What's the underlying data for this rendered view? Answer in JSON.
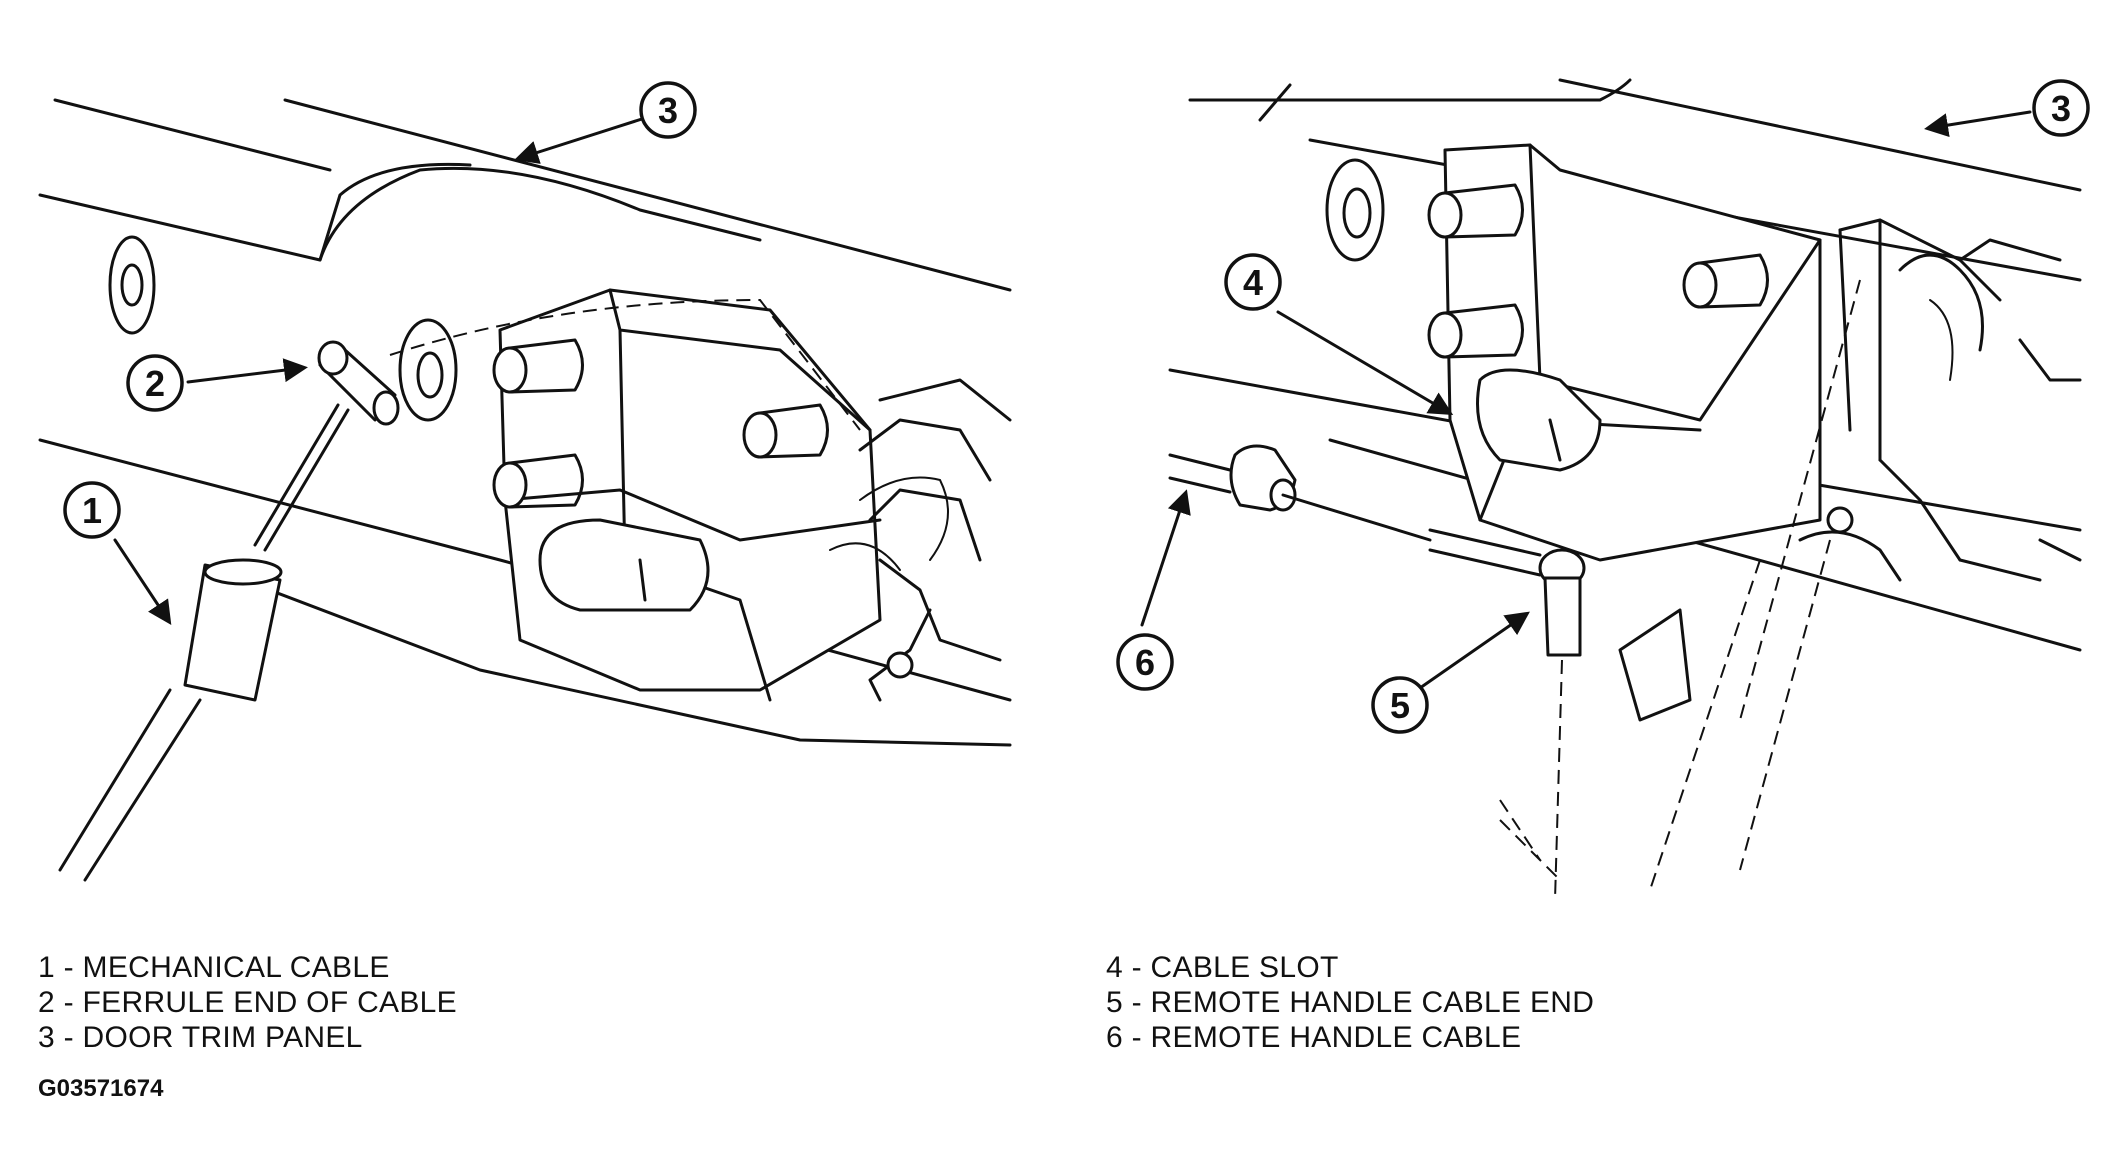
{
  "callouts": {
    "c1": "1",
    "c2": "2",
    "c3_left": "3",
    "c3_right": "3",
    "c4": "4",
    "c5": "5",
    "c6": "6"
  },
  "legend_left": [
    "1 - MECHANICAL CABLE",
    "2 - FERRULE END OF CABLE",
    "3 - DOOR TRIM PANEL"
  ],
  "legend_right": [
    "4 - CABLE SLOT",
    "5 - REMOTE HANDLE CABLE END",
    "6 - REMOTE HANDLE CABLE"
  ],
  "figure_code": "G03571674",
  "colors": {
    "ink": "#111111",
    "background": "#ffffff"
  }
}
